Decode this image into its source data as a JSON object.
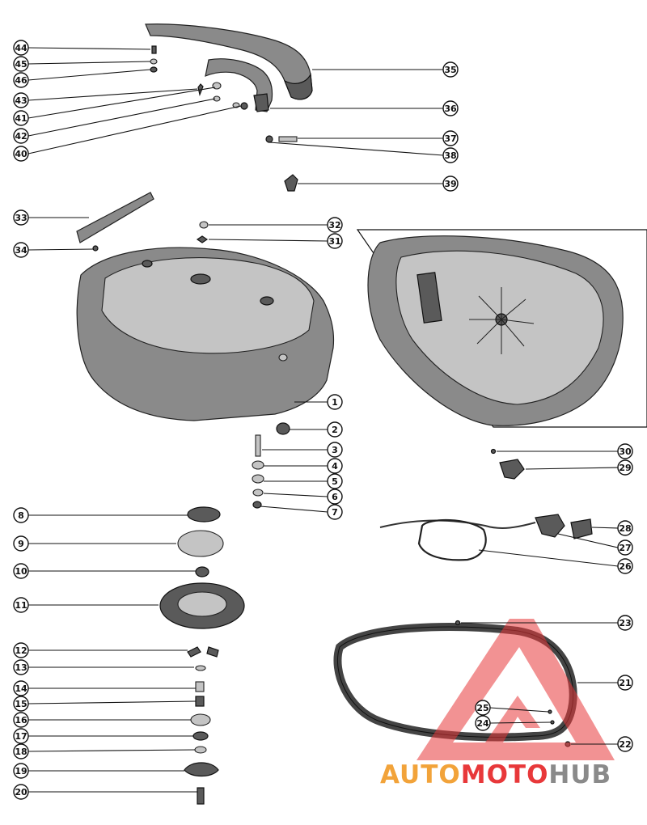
{
  "diagram": {
    "callouts": [
      {
        "id": "c44",
        "num": "44"
      },
      {
        "id": "c45",
        "num": "45"
      },
      {
        "id": "c46",
        "num": "46"
      },
      {
        "id": "c43",
        "num": "43"
      },
      {
        "id": "c41",
        "num": "41"
      },
      {
        "id": "c42",
        "num": "42"
      },
      {
        "id": "c40",
        "num": "40"
      },
      {
        "id": "c35",
        "num": "35"
      },
      {
        "id": "c36",
        "num": "36"
      },
      {
        "id": "c37",
        "num": "37"
      },
      {
        "id": "c38",
        "num": "38"
      },
      {
        "id": "c39",
        "num": "39"
      },
      {
        "id": "c33",
        "num": "33"
      },
      {
        "id": "c34",
        "num": "34"
      },
      {
        "id": "c32",
        "num": "32"
      },
      {
        "id": "c31",
        "num": "31"
      },
      {
        "id": "c1",
        "num": "1"
      },
      {
        "id": "c2",
        "num": "2"
      },
      {
        "id": "c3",
        "num": "3"
      },
      {
        "id": "c4",
        "num": "4"
      },
      {
        "id": "c5",
        "num": "5"
      },
      {
        "id": "c6",
        "num": "6"
      },
      {
        "id": "c7",
        "num": "7"
      },
      {
        "id": "c30",
        "num": "30"
      },
      {
        "id": "c29",
        "num": "29"
      },
      {
        "id": "c28",
        "num": "28"
      },
      {
        "id": "c27",
        "num": "27"
      },
      {
        "id": "c26",
        "num": "26"
      },
      {
        "id": "c8",
        "num": "8"
      },
      {
        "id": "c9",
        "num": "9"
      },
      {
        "id": "c10",
        "num": "10"
      },
      {
        "id": "c11",
        "num": "11"
      },
      {
        "id": "c12",
        "num": "12"
      },
      {
        "id": "c13",
        "num": "13"
      },
      {
        "id": "c14",
        "num": "14"
      },
      {
        "id": "c15",
        "num": "15"
      },
      {
        "id": "c16",
        "num": "16"
      },
      {
        "id": "c17",
        "num": "17"
      },
      {
        "id": "c18",
        "num": "18"
      },
      {
        "id": "c19",
        "num": "19"
      },
      {
        "id": "c20",
        "num": "20"
      },
      {
        "id": "c23",
        "num": "23"
      },
      {
        "id": "c21",
        "num": "21"
      },
      {
        "id": "c25",
        "num": "25"
      },
      {
        "id": "c24",
        "num": "24"
      },
      {
        "id": "c22",
        "num": "22"
      }
    ]
  },
  "watermark": {
    "part1": "AUTO",
    "part2": "MOTO",
    "part3": "HUB",
    "colors": {
      "red": "#e8383a",
      "orange": "#f2a33a",
      "gray": "#8a8a8a"
    }
  }
}
